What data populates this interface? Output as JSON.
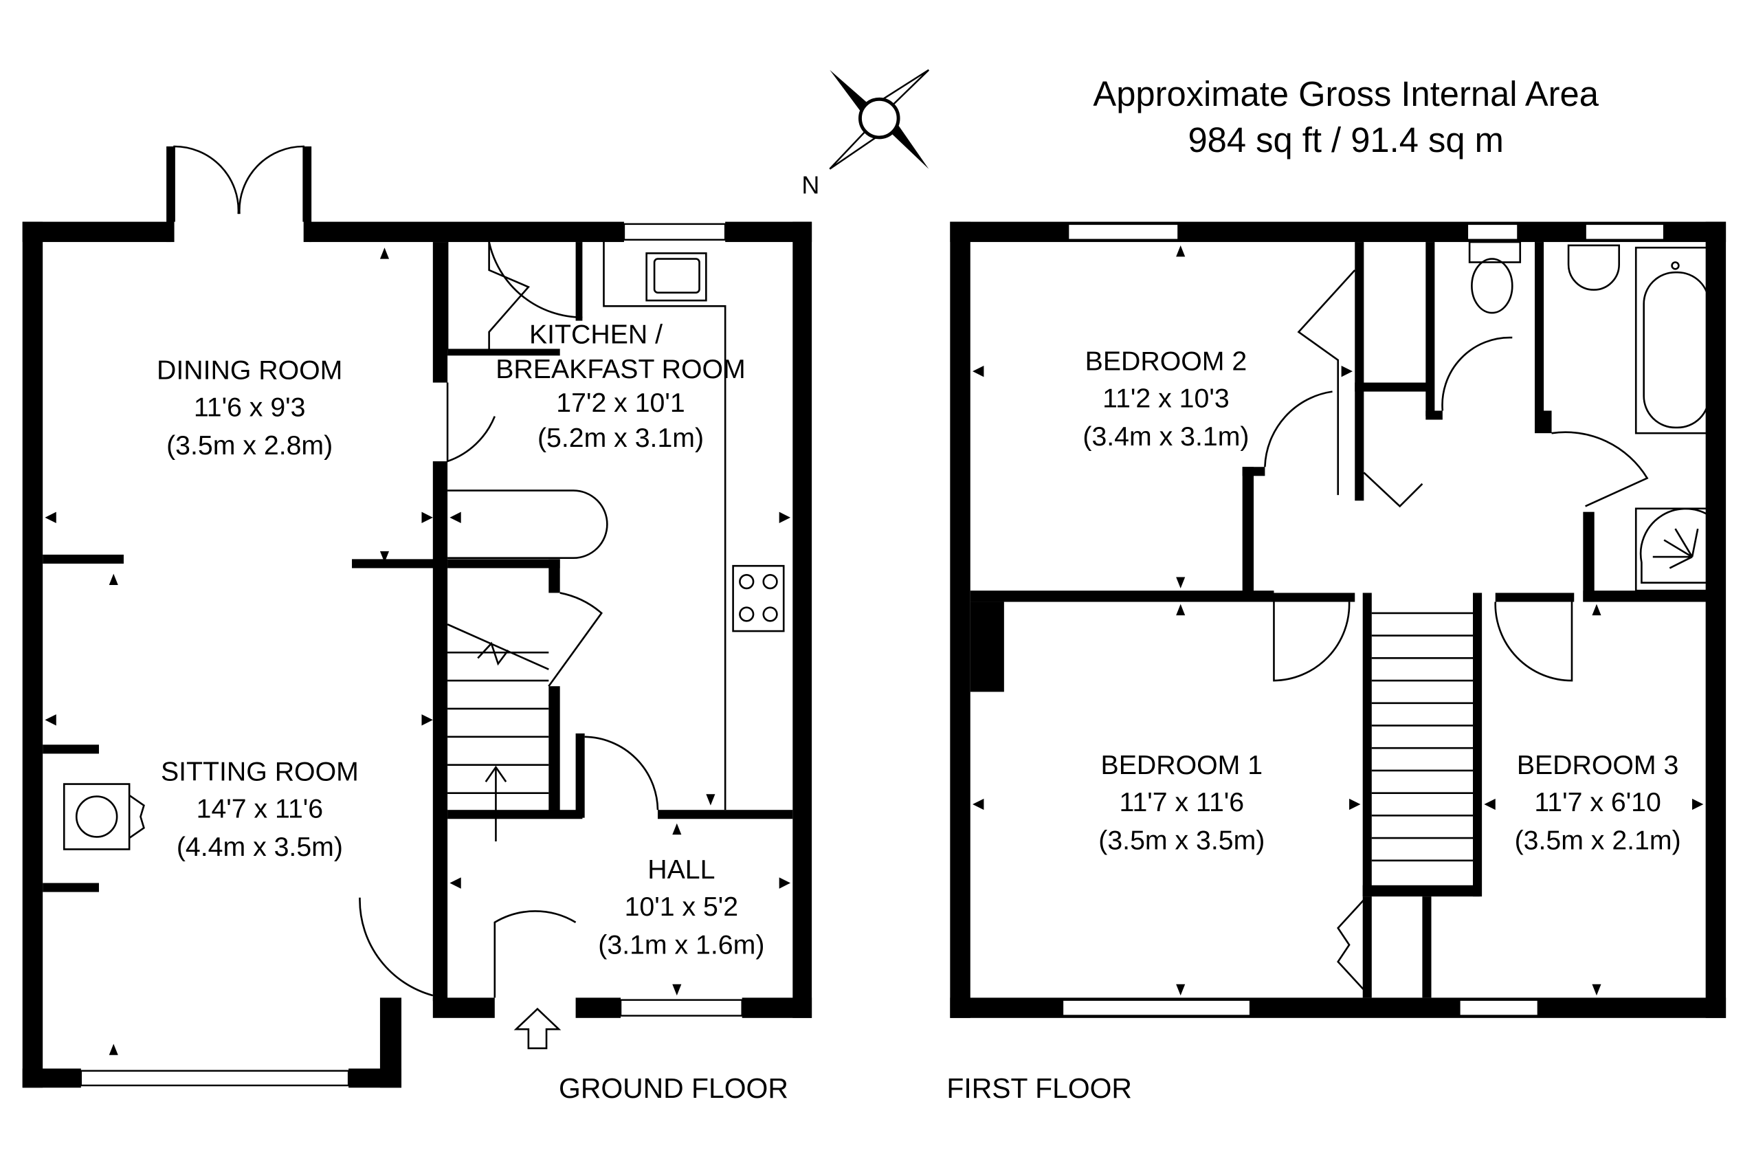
{
  "header": {
    "title": "Approximate Gross Internal Area",
    "area": "984 sq ft / 91.4 sq m"
  },
  "compass": {
    "label": "N"
  },
  "floors": [
    {
      "label": "GROUND FLOOR"
    },
    {
      "label": "FIRST FLOOR"
    }
  ],
  "rooms": {
    "dining": {
      "name": "DINING ROOM",
      "imperial": "11'6 x 9'3",
      "metric": "(3.5m x 2.8m)"
    },
    "kitchen": {
      "name1": "KITCHEN /",
      "name2": "BREAKFAST ROOM",
      "imperial": "17'2 x 10'1",
      "metric": "(5.2m x 3.1m)"
    },
    "sitting": {
      "name": "SITTING ROOM",
      "imperial": "14'7 x 11'6",
      "metric": "(4.4m x 3.5m)"
    },
    "hall": {
      "name": "HALL",
      "imperial": "10'1 x 5'2",
      "metric": "(3.1m x 1.6m)"
    },
    "bedroom2": {
      "name": "BEDROOM 2",
      "imperial": "11'2 x 10'3",
      "metric": "(3.4m x 3.1m)"
    },
    "bedroom1": {
      "name": "BEDROOM 1",
      "imperial": "11'7 x 11'6",
      "metric": "(3.5m x 3.5m)"
    },
    "bedroom3": {
      "name": "BEDROOM 3",
      "imperial": "11'7 x 6'10",
      "metric": "(3.5m x 2.1m)"
    }
  }
}
